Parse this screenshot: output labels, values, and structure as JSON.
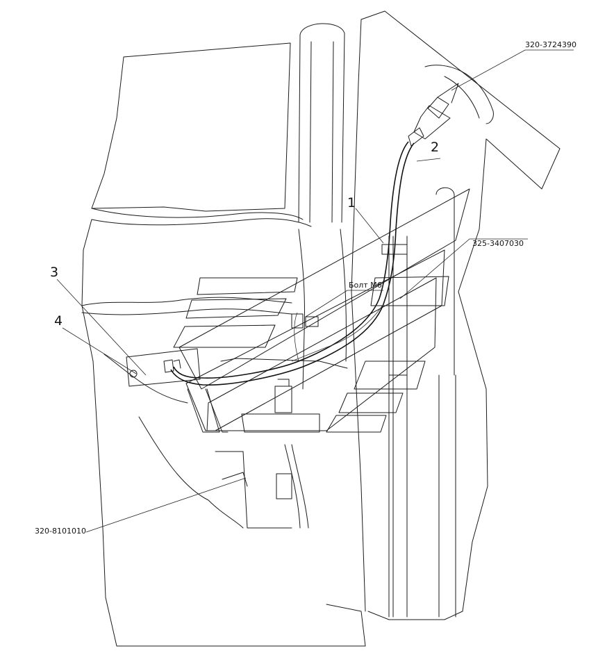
{
  "callouts": {
    "item_1": "1",
    "item_2": "2",
    "item_3": "3",
    "item_4": "4"
  },
  "part_codes": {
    "lamp": "320-3724390",
    "mirror_bracket": "325-3407030",
    "bolt": "Болт М6",
    "cab_part": "320-8101010"
  },
  "colors": {
    "line": "#1a1a1a",
    "background": "#ffffff"
  }
}
